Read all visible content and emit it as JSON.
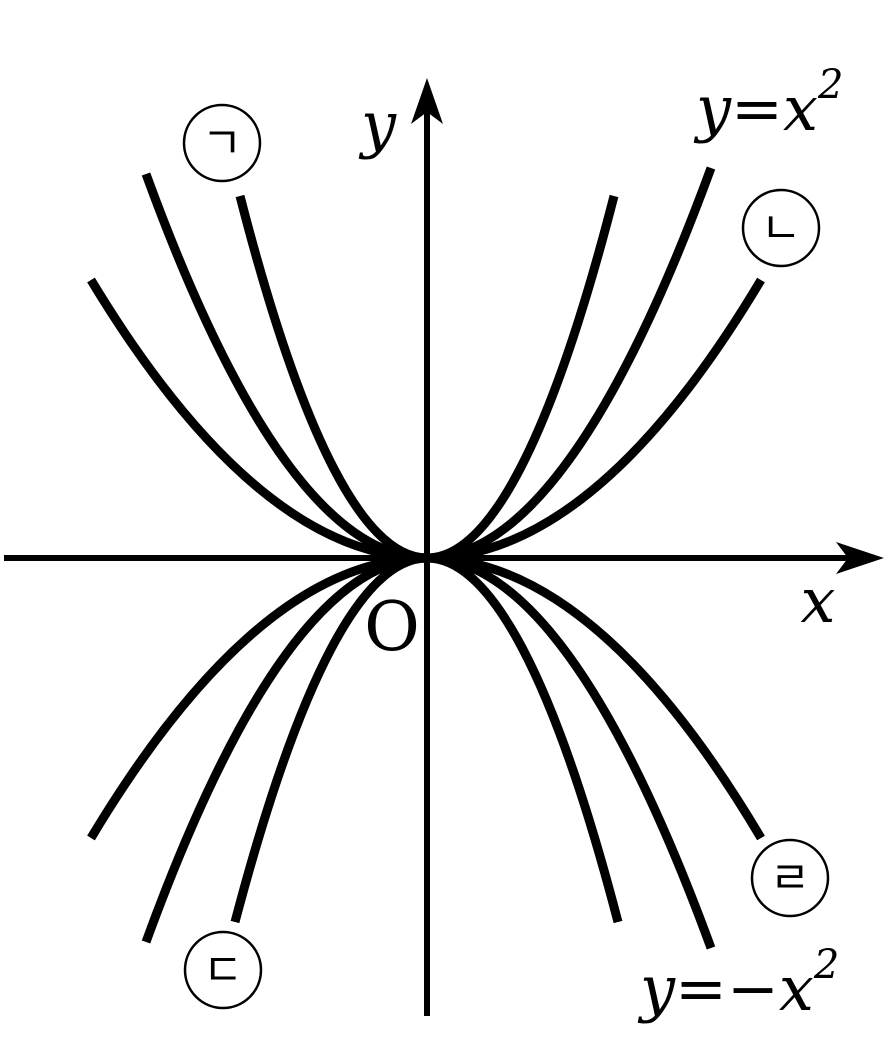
{
  "axes": {
    "x_label": "x",
    "y_label": "y",
    "origin_label": "O"
  },
  "formulas": {
    "upper_base": "y=x",
    "upper_exp": "2",
    "lower_base": "y=−x",
    "lower_exp": "2"
  },
  "tags": {
    "t1": "ㄱ",
    "t2": "ㄴ",
    "t3": "ㄷ",
    "t4": "ㄹ"
  }
}
